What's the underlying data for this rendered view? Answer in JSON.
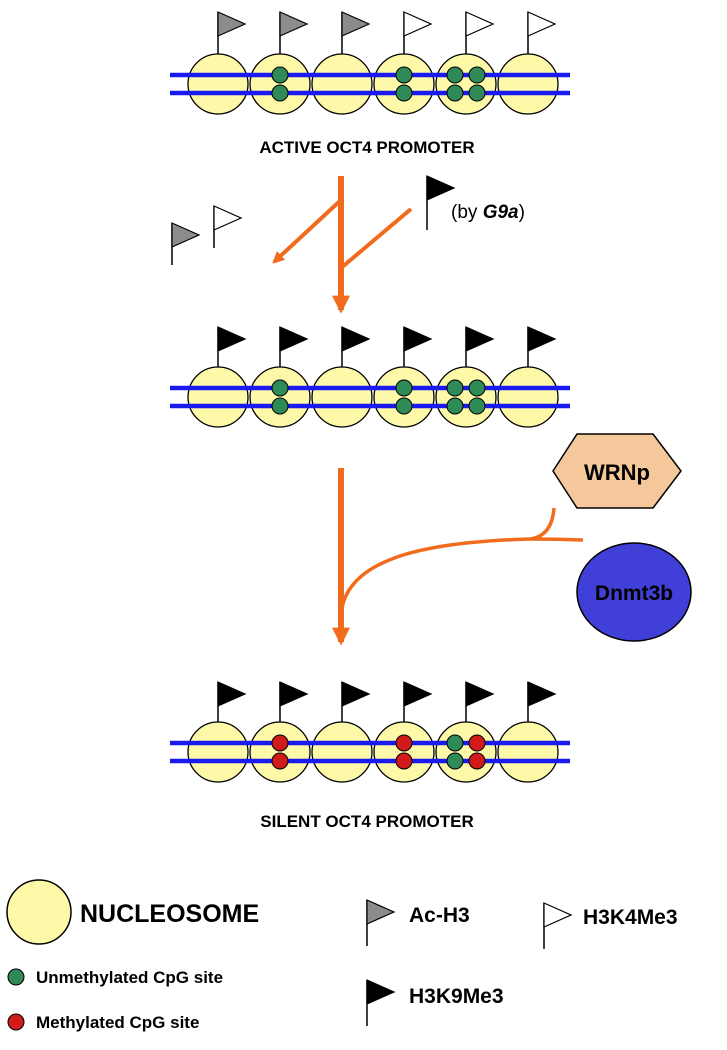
{
  "colors": {
    "nucleosome": "#fdf9a8",
    "dna": "#1a1aee",
    "unmethylated_cpg": "#2e8b57",
    "methylated_cpg": "#d11a1a",
    "arrow": "#f26b1d",
    "ac_h3_flag": "#8c8c8c",
    "h3k4me3_flag": "#ffffff",
    "h3k9me3_flag": "#000000",
    "wrnp": "#f4c89a",
    "dnmt3b": "#4040d8"
  },
  "promoter_states": [
    {
      "label": "ACTIVE OCT4 PROMOTER",
      "flags": [
        "ac-h3",
        "ac-h3",
        "ac-h3",
        "h3k4me3",
        "h3k4me3",
        "h3k4me3"
      ],
      "cpg_sites": [
        [],
        [
          "unmethylated"
        ],
        [],
        [
          "unmethylated"
        ],
        [
          "unmethylated",
          "unmethylated"
        ],
        []
      ]
    },
    {
      "label": "",
      "flags": [
        "h3k9me3",
        "h3k9me3",
        "h3k9me3",
        "h3k9me3",
        "h3k9me3",
        "h3k9me3"
      ],
      "cpg_sites": [
        [],
        [
          "unmethylated"
        ],
        [],
        [
          "unmethylated"
        ],
        [
          "unmethylated",
          "unmethylated"
        ],
        []
      ]
    },
    {
      "label": "SILENT OCT4 PROMOTER",
      "flags": [
        "h3k9me3",
        "h3k9me3",
        "h3k9me3",
        "h3k9me3",
        "h3k9me3",
        "h3k9me3"
      ],
      "cpg_sites": [
        [],
        [
          "methylated"
        ],
        [],
        [
          "methylated"
        ],
        [
          "unmethylated",
          "methylated"
        ],
        []
      ]
    }
  ],
  "step1": {
    "by_prefix": "(by ",
    "enzyme": "G9a",
    "by_suffix": ")"
  },
  "step2": {
    "wrnp_label": "WRNp",
    "dnmt3b_label": "Dnmt3b"
  },
  "legend": {
    "nucleosome": "NUCLEOSOME",
    "unmethylated": "Unmethylated CpG site",
    "methylated": "Methylated CpG site",
    "ac_h3": "Ac-H3",
    "h3k4me3": "H3K4Me3",
    "h3k9me3": "H3K9Me3"
  }
}
